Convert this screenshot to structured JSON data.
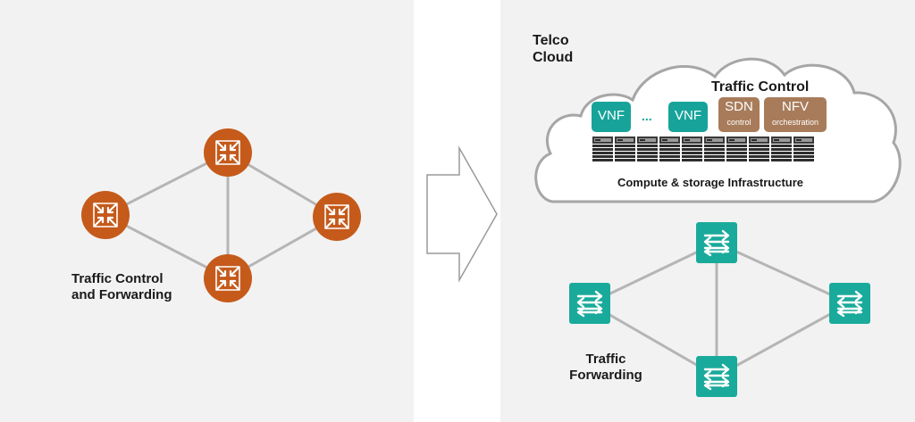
{
  "left": {
    "label_line1": "Traffic Control",
    "label_line2": "and Forwarding",
    "router_color": "#c55a1b"
  },
  "right": {
    "cloud_title_line1": "Telco",
    "cloud_title_line2": "Cloud",
    "traffic_control_label": "Traffic Control",
    "vnf1": "VNF",
    "ellipsis": "...",
    "vnf2": "VNF",
    "sdn_title": "SDN",
    "sdn_sub": "control",
    "nfv_title": "NFV",
    "nfv_sub": "orchestration",
    "infra_label": "Compute & storage Infrastructure",
    "forwarding_label_line1": "Traffic",
    "forwarding_label_line2": "Forwarding",
    "vnf_color": "#17a39a",
    "control_color": "#a87c5a",
    "switch_color": "#1aaa9b"
  }
}
